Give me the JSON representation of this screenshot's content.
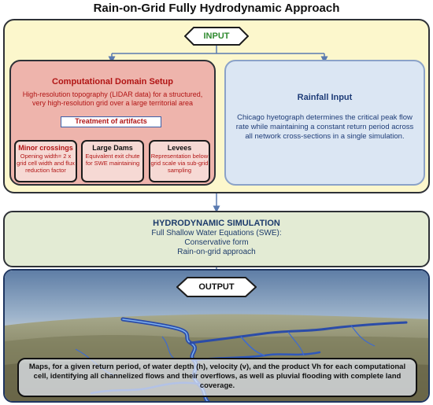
{
  "title": "Rain-on-Grid Fully Hydrodynamic Approach",
  "input": {
    "label": "INPUT",
    "domain": {
      "title": "Computational Domain Setup",
      "desc": "High-resolution topography (LIDAR data) for a structured, very high-resolution grid over a large territorial area",
      "artifacts_label": "Treatment of artifacts",
      "items": [
        {
          "name": "Minor crossings",
          "desc": "Opening width= 2 x grid cell width and flux reduction factor"
        },
        {
          "name": "Large Dams",
          "desc": "Equivalent exit chute for SWE maintaining"
        },
        {
          "name": "Levees",
          "desc": "Representation below grid scale via sub-grid sampling"
        }
      ]
    },
    "rain": {
      "title": "Rainfall Input",
      "desc": "Chicago hyetograph determines the critical peak flow rate while maintaining a constant return period across all network cross-sections in a single simulation."
    }
  },
  "hydro": {
    "title": "HYDRODYNAMIC SIMULATION",
    "lines": [
      "Full Shallow Water Equations (SWE):",
      "Conservative form",
      "Rain-on-grid approach"
    ]
  },
  "output": {
    "label": "OUTPUT",
    "desc": "Maps, for a given return period, of water depth (h), velocity (v), and the product Vh for each computational cell, identifying all channelized flows and their overflows, as well as pluvial flooding with complete land coverage."
  },
  "colors": {
    "input_bg": "#fcf7cc",
    "domain_bg": "#eeb4ac",
    "domain_text": "#b11515",
    "rain_bg": "#dbe6f3",
    "rain_text": "#1f3d78",
    "hydro_bg": "#e3ebd4",
    "hydro_text": "#1d3b6b",
    "input_label": "#2f8a2f"
  }
}
